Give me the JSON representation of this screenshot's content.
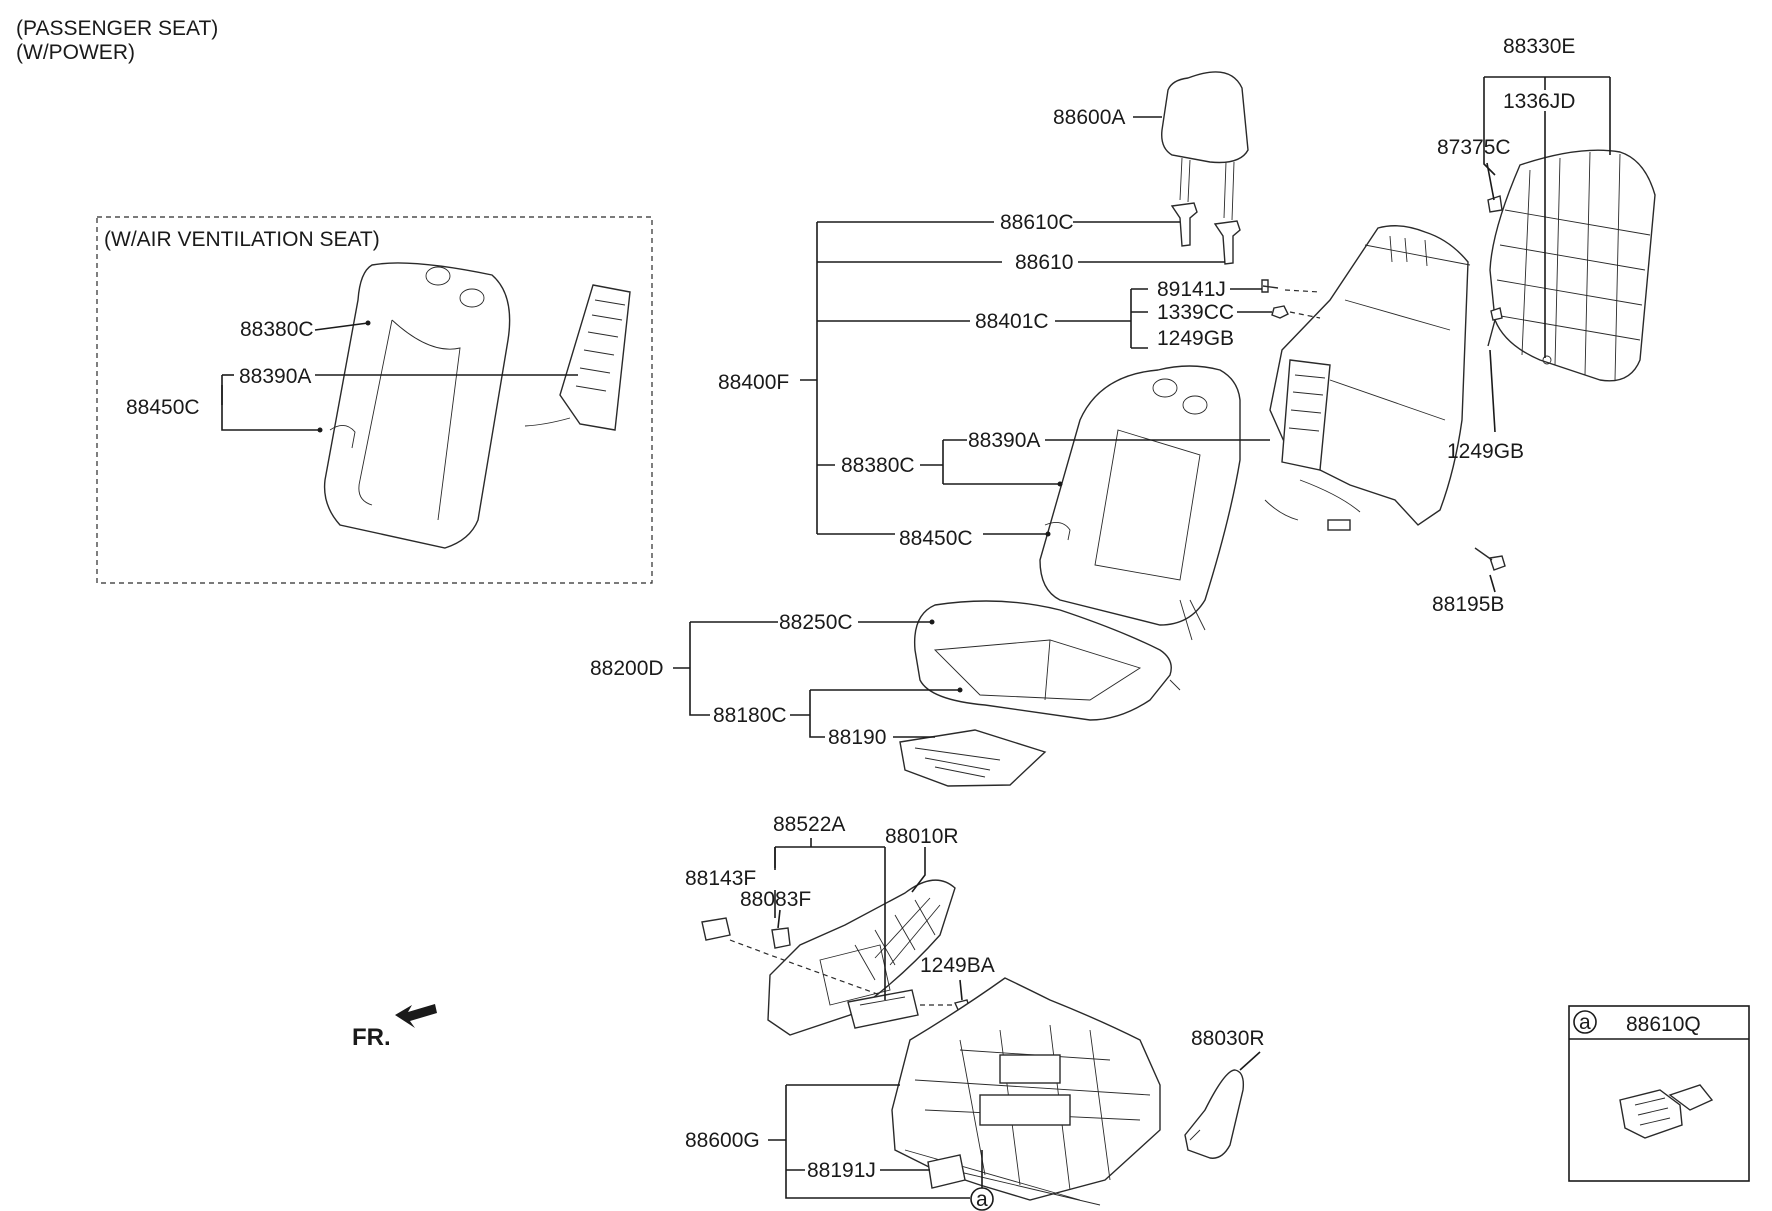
{
  "header": {
    "line1": "(PASSENGER SEAT)",
    "line2": "(W/POWER)"
  },
  "inset": {
    "title": "(W/AIR VENTILATION SEAT)"
  },
  "detail": {
    "marker": "a",
    "part": "88610Q"
  },
  "front_marker": "FR.",
  "callout_a": "a",
  "parts": [
    "88330E",
    "1336JD",
    "87375C",
    "88600A",
    "88610C",
    "88610",
    "89141J",
    "1339CC",
    "1249GB",
    "88401C",
    "88400F",
    "88390A",
    "88380C",
    "88450C",
    "1249GB",
    "88195B",
    "88250C",
    "88200D",
    "88180C",
    "88190",
    "88522A",
    "88010R",
    "88143F",
    "88083F",
    "1249BA",
    "88030R",
    "88600G",
    "88191J",
    "88380C",
    "88390A",
    "88450C"
  ]
}
